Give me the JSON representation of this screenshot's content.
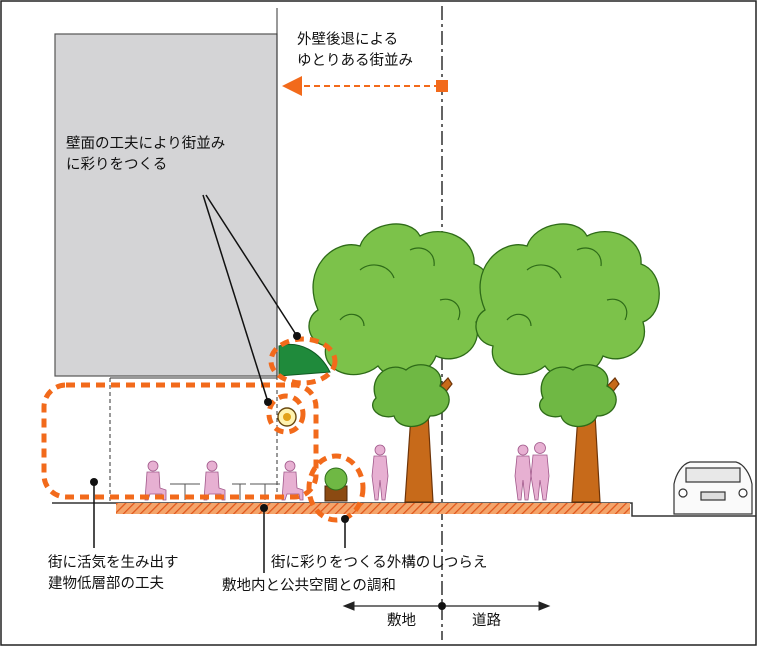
{
  "callouts": {
    "setback": [
      "外壁後退による",
      "ゆとりある街並み"
    ],
    "wall_design": [
      "壁面の工夫により街並み",
      "に彩りをつくる"
    ],
    "lower_floor": [
      "街に活気を生み出す",
      "建物低層部の工夫"
    ],
    "exterior": "街に彩りをつくる外構のしつらえ",
    "harmony": "敷地内と公共空間との調和"
  },
  "zones": {
    "site": "敷地",
    "road": "道路"
  },
  "colors": {
    "building": "#d4d4d6",
    "accent_orange": "#f26a1b",
    "tree_leaf": "#7cc24a",
    "tree_leaf_dark": "#4f9a2c",
    "tree_trunk": "#c76a1a",
    "people": "#e7b0d2",
    "awning": "#1f8a3b"
  }
}
